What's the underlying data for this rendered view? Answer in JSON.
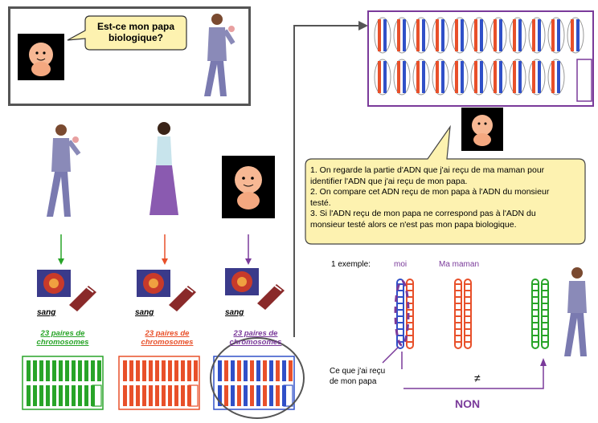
{
  "question_bubble": {
    "line1": "Est-ce mon papa",
    "line2": "biologique?"
  },
  "explanation": {
    "p1": "1. On regarde la partie d'ADN que j'ai reçu de ma maman pour identifier  l'ADN que j'ai reçu de mon papa.",
    "p2": "2. On compare cet ADN reçu de mon papa à l'ADN du monsieur testé.",
    "p3": "3. Si l'ADN reçu de mon papa  ne correspond  pas à l'ADN du monsieur testé  alors ce n'est pas mon papa biologique."
  },
  "columns": [
    {
      "sang": "sang",
      "pairs_line1": "23 paires de",
      "pairs_line2": "chromosomes",
      "color": "#28a428"
    },
    {
      "sang": "sang",
      "pairs_line1": "23 paires de",
      "pairs_line2": "chromosomes",
      "color": "#e8502a"
    },
    {
      "sang": "sang",
      "pairs_line1": "23 paires de",
      "pairs_line2": "chromosomes",
      "color": "#7a3a9a"
    }
  ],
  "example": {
    "label": "1 exemple:",
    "moi": "moi",
    "maman": "Ma maman"
  },
  "received_label": {
    "line1": "Ce que j'ai reçu",
    "line2": "de mon papa"
  },
  "not_equal": "≠",
  "verdict": "NON",
  "colors": {
    "green": "#28a428",
    "red": "#e8502a",
    "purple": "#7a3a9a",
    "blue": "#3050c8"
  }
}
